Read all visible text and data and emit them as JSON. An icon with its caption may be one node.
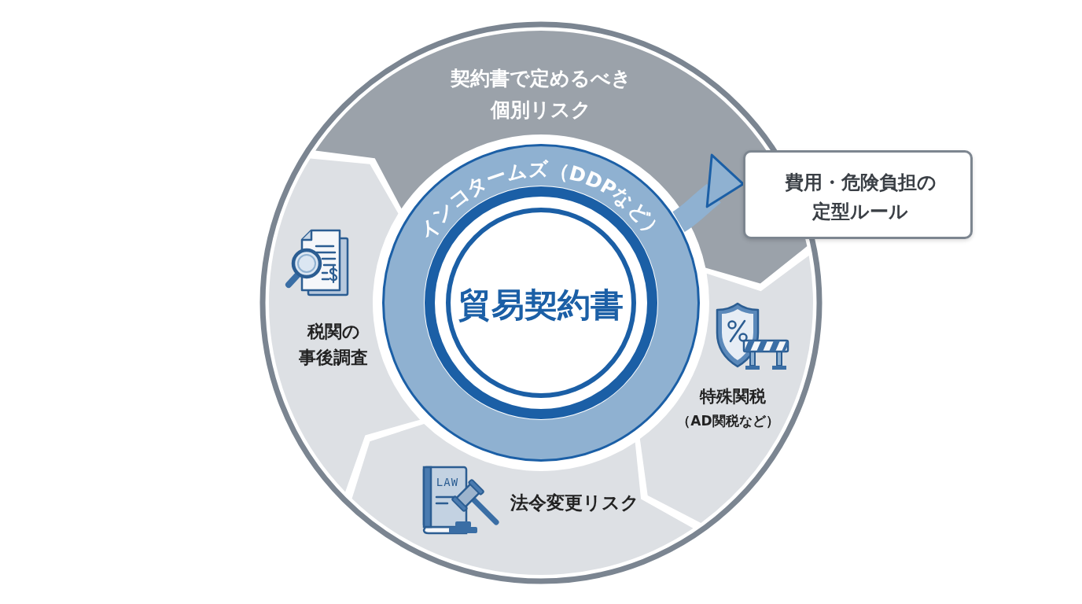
{
  "diagram": {
    "nodes": [
      {
        "text": [
          "契約書で定めるべき個別リスク"
        ]
      },
      {
        "text": [
          "インコタームズ（DDPなど）"
        ],
        "in": 0
      },
      {
        "text": [
          "貿易契約書"
        ],
        "in": 1
      },
      {
        "text": [
          "費用・危険負担の定型ルール"
        ]
      },
      {
        "text": [
          "税関の事後調査"
        ],
        "in": 0
      },
      {
        "text": [
          "特殊関税",
          "（AD関税など）"
        ],
        "in": 0
      },
      {
        "text": [
          "法令変更リスク"
        ],
        "in": 0
      }
    ],
    "edges": [
      {
        "from": 1,
        "to": 3,
        "arrow": "to"
      }
    ],
    "labels": [
      "LAW"
    ]
  }
}
